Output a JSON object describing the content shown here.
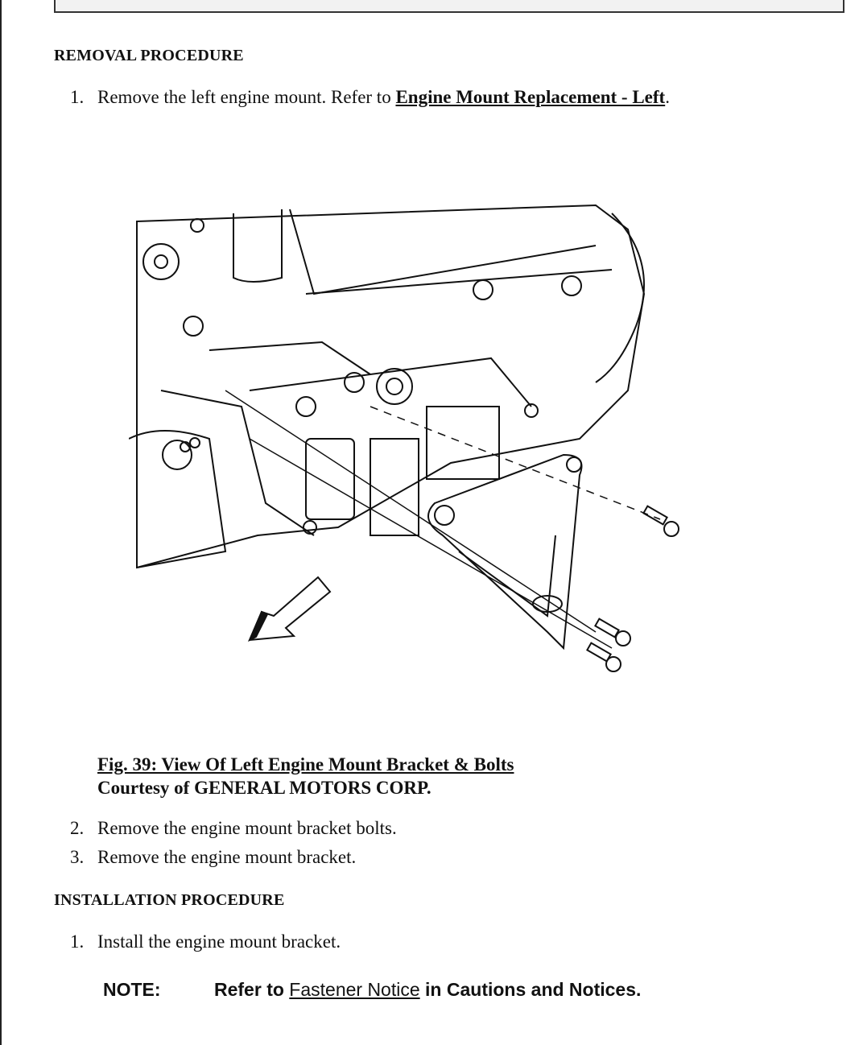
{
  "removal": {
    "heading": "REMOVAL PROCEDURE",
    "steps": [
      {
        "num": "1.",
        "text": "Remove the left engine mount. Refer to ",
        "link": "Engine Mount Replacement - Left",
        "after": "."
      },
      {
        "num": "2.",
        "text": "Remove the engine mount bracket bolts."
      },
      {
        "num": "3.",
        "text": "Remove the engine mount bracket."
      }
    ]
  },
  "figure": {
    "title": "Fig. 39: View Of Left Engine Mount Bracket & Bolts",
    "credit": "Courtesy of GENERAL MOTORS CORP."
  },
  "installation": {
    "heading": "INSTALLATION PROCEDURE",
    "steps": [
      {
        "num": "1.",
        "text": "Install the engine mount bracket."
      }
    ]
  },
  "note": {
    "label": "NOTE:",
    "prefix": "Refer to ",
    "link": "Fastener Notice",
    "suffix": " in Cautions and Notices."
  }
}
